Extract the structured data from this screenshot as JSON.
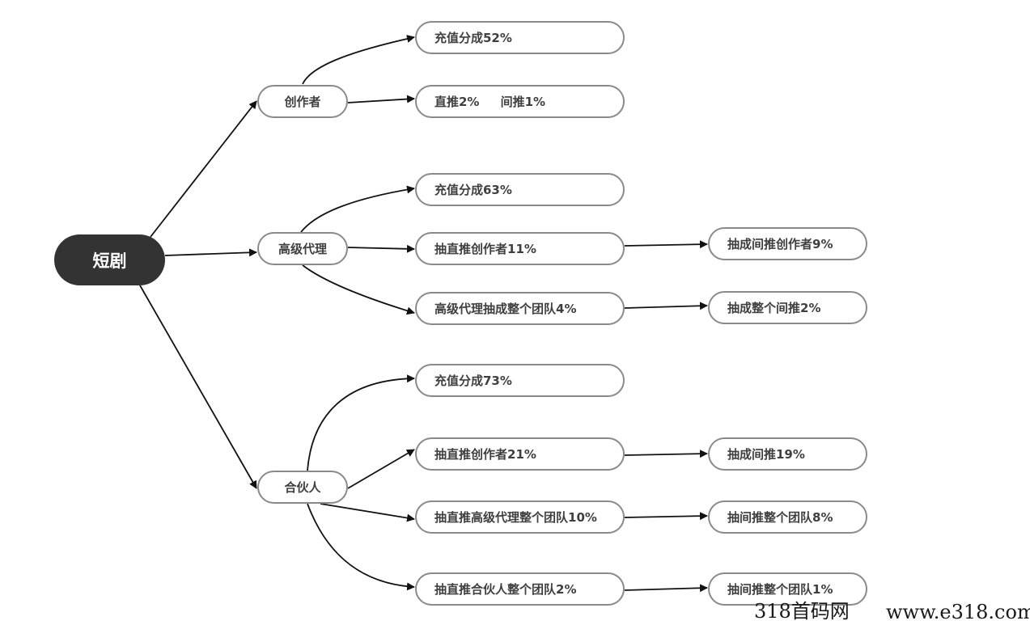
{
  "root": {
    "label": "短剧"
  },
  "mid": {
    "creator": "创作者",
    "senior_agent": "高级代理",
    "partner": "合伙人"
  },
  "leaves": {
    "creator_recharge": "充值分成52%",
    "creator_direct": "直推2%     间推1%",
    "senior_recharge": "充值分成63%",
    "senior_direct_creator": "抽直推创作者11%",
    "senior_team": "高级代理抽成整个团队4%",
    "partner_recharge": "充值分成73%",
    "partner_direct_creator": "抽直推创作者21%",
    "partner_direct_senior": "抽直推高级代理整个团队10%",
    "partner_direct_partner": "抽直推合伙人整个团队2%"
  },
  "sub_leaves": {
    "senior_indirect_creator": "抽成间推创作者9%",
    "senior_indirect": "抽成整个间推2%",
    "partner_indirect": "抽成间推19%",
    "partner_indirect_team": "抽间推整个团队8%",
    "partner_indirect_team_2": "抽间推整个团队1%"
  },
  "watermark": {
    "site_name": "318首码网",
    "url": "www.e318.com"
  },
  "colors": {
    "root_fill": "#333333",
    "node_border": "#8a8a8a",
    "node_text": "#3f3f3f",
    "edge": "#111111"
  }
}
